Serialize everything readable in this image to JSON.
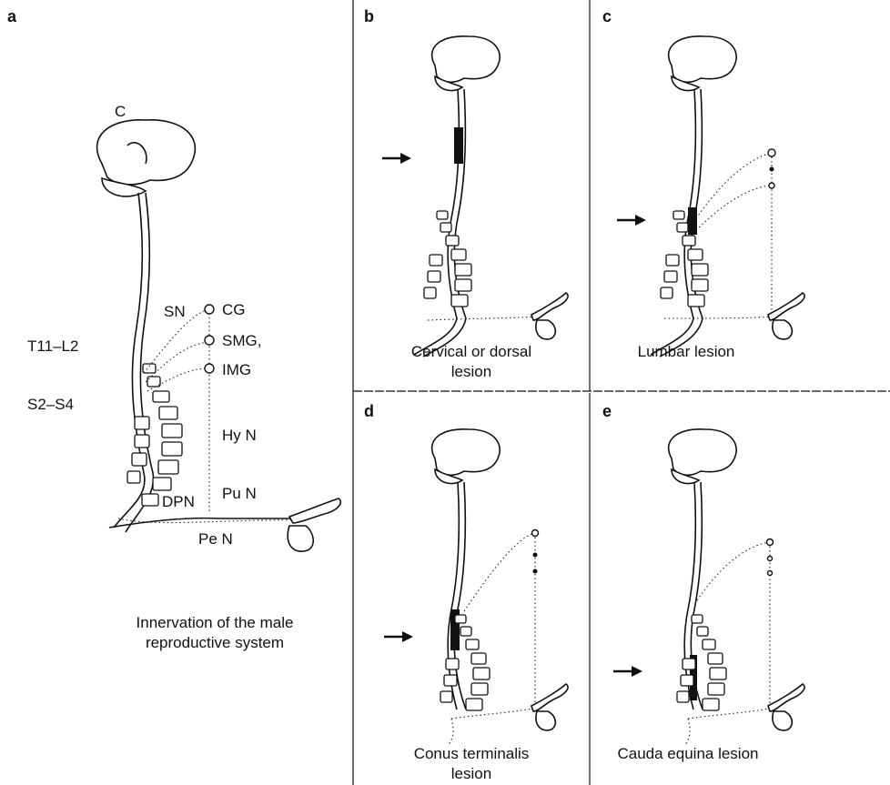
{
  "panels": [
    {
      "letter": "a",
      "caption_line1": "Innervation of the male",
      "caption_line2": "reproductive system"
    },
    {
      "letter": "b",
      "caption_line1": "Cervical or dorsal",
      "caption_line2": "lesion"
    },
    {
      "letter": "c",
      "caption_line1": "Lumbar lesion",
      "caption_line2": ""
    },
    {
      "letter": "d",
      "caption_line1": "Conus terminalis",
      "caption_line2": "lesion"
    },
    {
      "letter": "e",
      "caption_line1": "Cauda equina lesion",
      "caption_line2": ""
    }
  ],
  "labels": {
    "C": "C",
    "SN": "SN",
    "CG": "CG",
    "SMG": "SMG,",
    "IMG": "IMG",
    "T11L2": "T11–L2",
    "S2S4": "S2–S4",
    "HyN": "Hy N",
    "PuN": "Pu N",
    "DPN": "DPN",
    "PeN": "Pe N"
  }
}
